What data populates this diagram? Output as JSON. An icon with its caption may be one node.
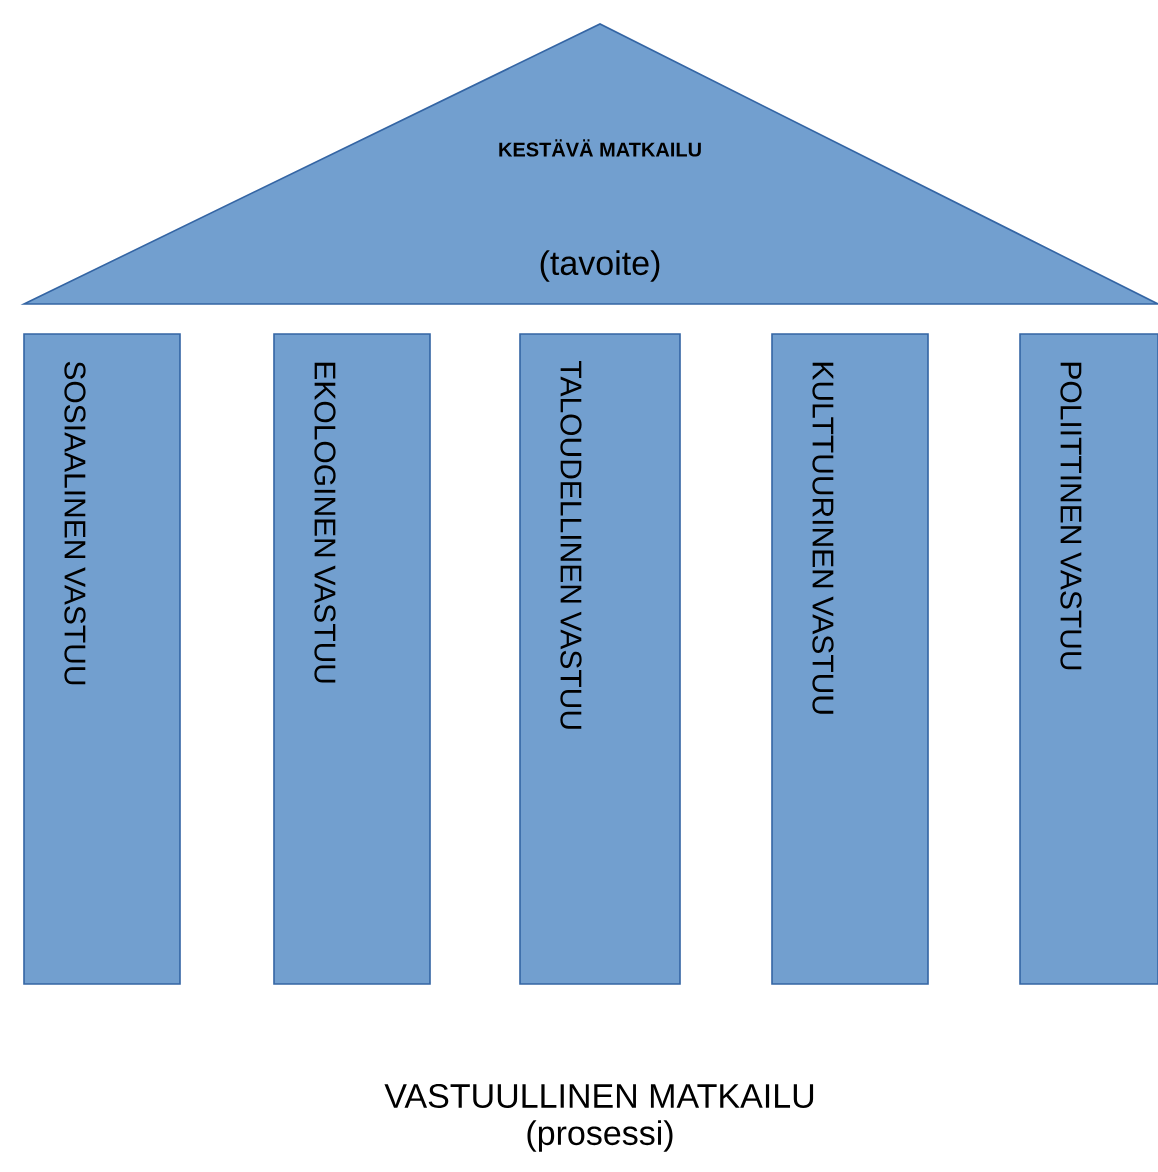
{
  "diagram": {
    "nodes": [
      {
        "text": [
          "KESTÄVÄ MATKAILU",
          "(tavoite)"
        ]
      },
      {
        "text": [
          "SOSIAALINEN VASTUU"
        ]
      },
      {
        "text": [
          "EKOLOGINEN VASTUU"
        ]
      },
      {
        "text": [
          "TALOUDELLINEN VASTUU"
        ]
      },
      {
        "text": [
          "KULTTUURINEN VASTUU"
        ]
      },
      {
        "text": [
          "POLIITTINEN VASTUU"
        ]
      }
    ],
    "labels": [
      "VASTUULLINEN MATKAILU",
      "(prosessi)"
    ]
  }
}
